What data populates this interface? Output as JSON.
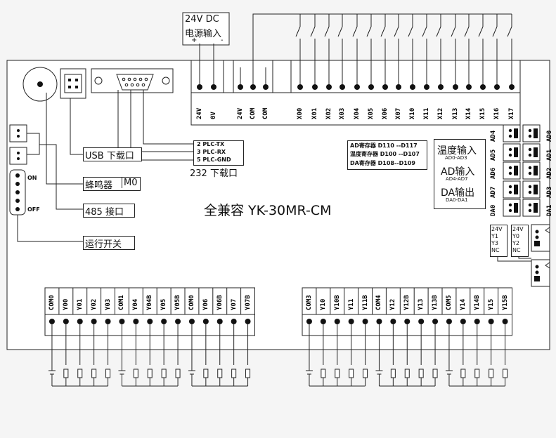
{
  "power": {
    "title_line1": "24V  DC",
    "title_line2": "电源输入",
    "plus": "+",
    "minus": "-"
  },
  "top_terminals": [
    "24V",
    "0V",
    "24V",
    "COM",
    "COM",
    "",
    "X00",
    "X01",
    "X02",
    "X03",
    "X04",
    "X05",
    "X06",
    "X07",
    "X10",
    "X11",
    "X12",
    "X13",
    "X14",
    "X15",
    "X16",
    "X17"
  ],
  "left_labels": {
    "usb": "USB 下载口",
    "buzzer": "蜂鸣器",
    "buzzer_addr": "M0",
    "rs485": "485 接口",
    "run_switch": "运行开关",
    "on": "ON",
    "off": "OFF"
  },
  "rs232": {
    "pin2": "2 PLC-TX",
    "pin3": "3 PLC-RX",
    "pin5": "5 PLC-GND",
    "caption": "232 下载口"
  },
  "registers": {
    "ad": "AD寄存器 D110 --D117",
    "temp": "温度寄存器 D100 --D107",
    "da": "DA寄存器 D108--D109"
  },
  "analog": {
    "temp_title": "温度输入",
    "temp_range": "AD0-AD3",
    "ad_title": "AD输入",
    "ad_range": "AD4-AD7",
    "da_title": "DA输出",
    "da_range": "DA0-DA1"
  },
  "analog_left_labels": [
    "AD4",
    "AD5",
    "AD6",
    "AD7",
    "DA0"
  ],
  "analog_right_labels": [
    "AD0",
    "AD1",
    "AD2",
    "AD3",
    "DA1"
  ],
  "model": "全兼容 YK-30MR-CM",
  "small_box1": [
    "24V",
    "Y1",
    "Y3",
    "NC"
  ],
  "small_box2": [
    "24V",
    "Y0",
    "Y2",
    "NC"
  ],
  "bottom_left_terminals": [
    "COM0",
    "Y00",
    "Y01",
    "Y02",
    "Y03",
    "COM1",
    "Y04",
    "Y04B",
    "Y05",
    "Y05B",
    "COM0",
    "Y06",
    "Y06B",
    "Y07",
    "Y07B"
  ],
  "bottom_right_terminals": [
    "COM3",
    "Y10",
    "Y10B",
    "Y11",
    "Y11B",
    "COM4",
    "Y12",
    "Y12B",
    "Y13",
    "Y13B",
    "COM5",
    "Y14",
    "Y14B",
    "Y15",
    "Y15B"
  ]
}
